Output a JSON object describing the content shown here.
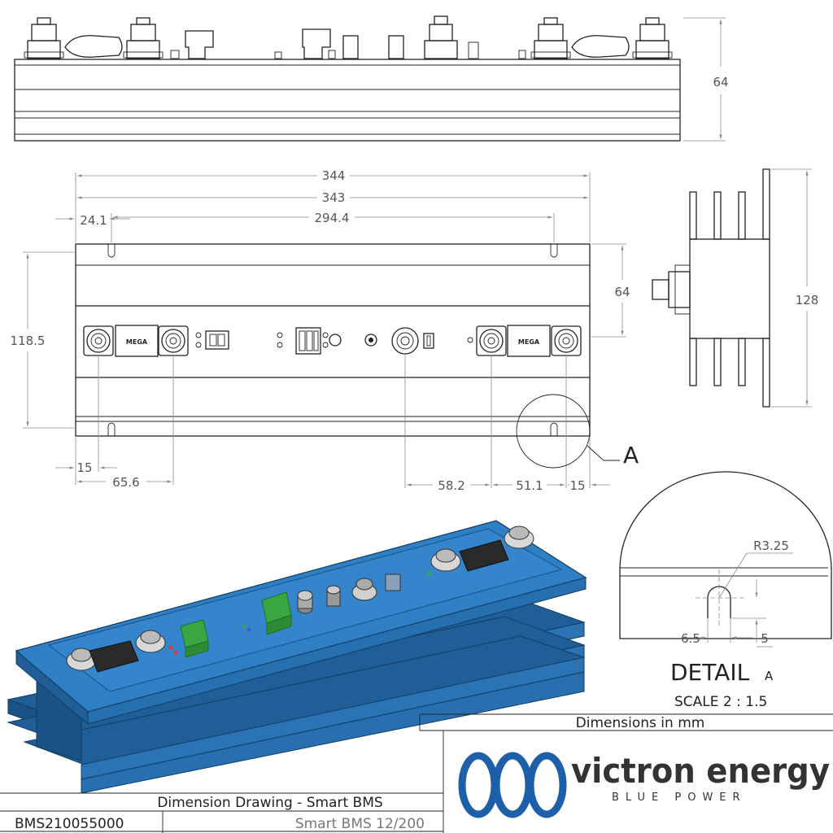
{
  "dimensions": {
    "height_side": "64",
    "width_overall": "344",
    "width_body": "343",
    "slot_offset_left": "24.1",
    "slot_spacing": "294.4",
    "height_front": "118.5",
    "depth_center": "64",
    "end_height": "128",
    "hole_left_15": "15",
    "hole_left_656": "65.6",
    "hole_582": "58.2",
    "hole_511": "51.1",
    "hole_right_15": "15"
  },
  "callout_label": "A",
  "detail": {
    "radius": "R3.25",
    "width": "6.5",
    "depth": "5",
    "title": "DETAIL",
    "title_sub": "A",
    "scale": "SCALE 2 : 1.5"
  },
  "terminal_marks": [
    "MEGA",
    "MEGA"
  ],
  "title_block": {
    "units_note": "Dimensions in mm",
    "drawing_title": "Dimension Drawing - Smart BMS",
    "part_number": "BMS210055000",
    "product_name": "Smart BMS 12/200"
  },
  "logo": {
    "brand": "victron energy",
    "tagline": "BLUE POWER",
    "color": "#1d5fa8"
  },
  "colors": {
    "product_blue": "#2f7fc4",
    "product_blue_dark": "#1f5e96",
    "connector_green": "#3aa842"
  }
}
